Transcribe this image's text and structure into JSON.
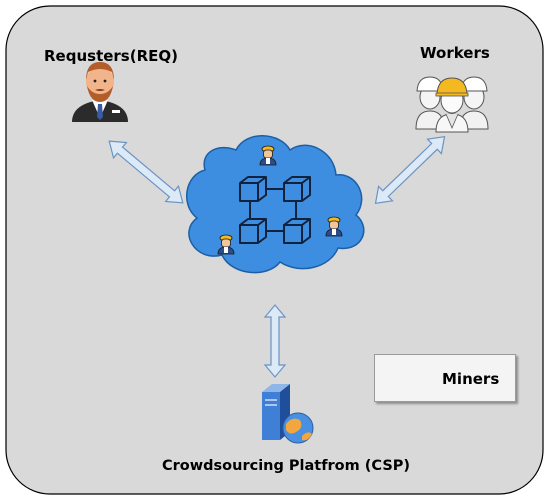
{
  "nodes": {
    "requesters": {
      "label": "Requsters(REQ)",
      "icon": "businessman-icon"
    },
    "workers": {
      "label": "Workers",
      "icon": "worker-group-icon"
    },
    "platform": {
      "label": "Crowdsourcing Platfrom (CSP)",
      "icon": "server-globe-icon"
    },
    "blockchain": {
      "icon": "blockchain-cloud-icon"
    }
  },
  "legend": {
    "label": "Miners",
    "icon": "miners-icon"
  },
  "colors": {
    "background_panel": "#d9d9d9",
    "cloud_fill": "#3d8ee0",
    "cloud_stroke": "#1c5fa5",
    "arrow_fill": "#dce9f6",
    "arrow_stroke": "#6c93c2",
    "hardhat": "#f4b921"
  }
}
